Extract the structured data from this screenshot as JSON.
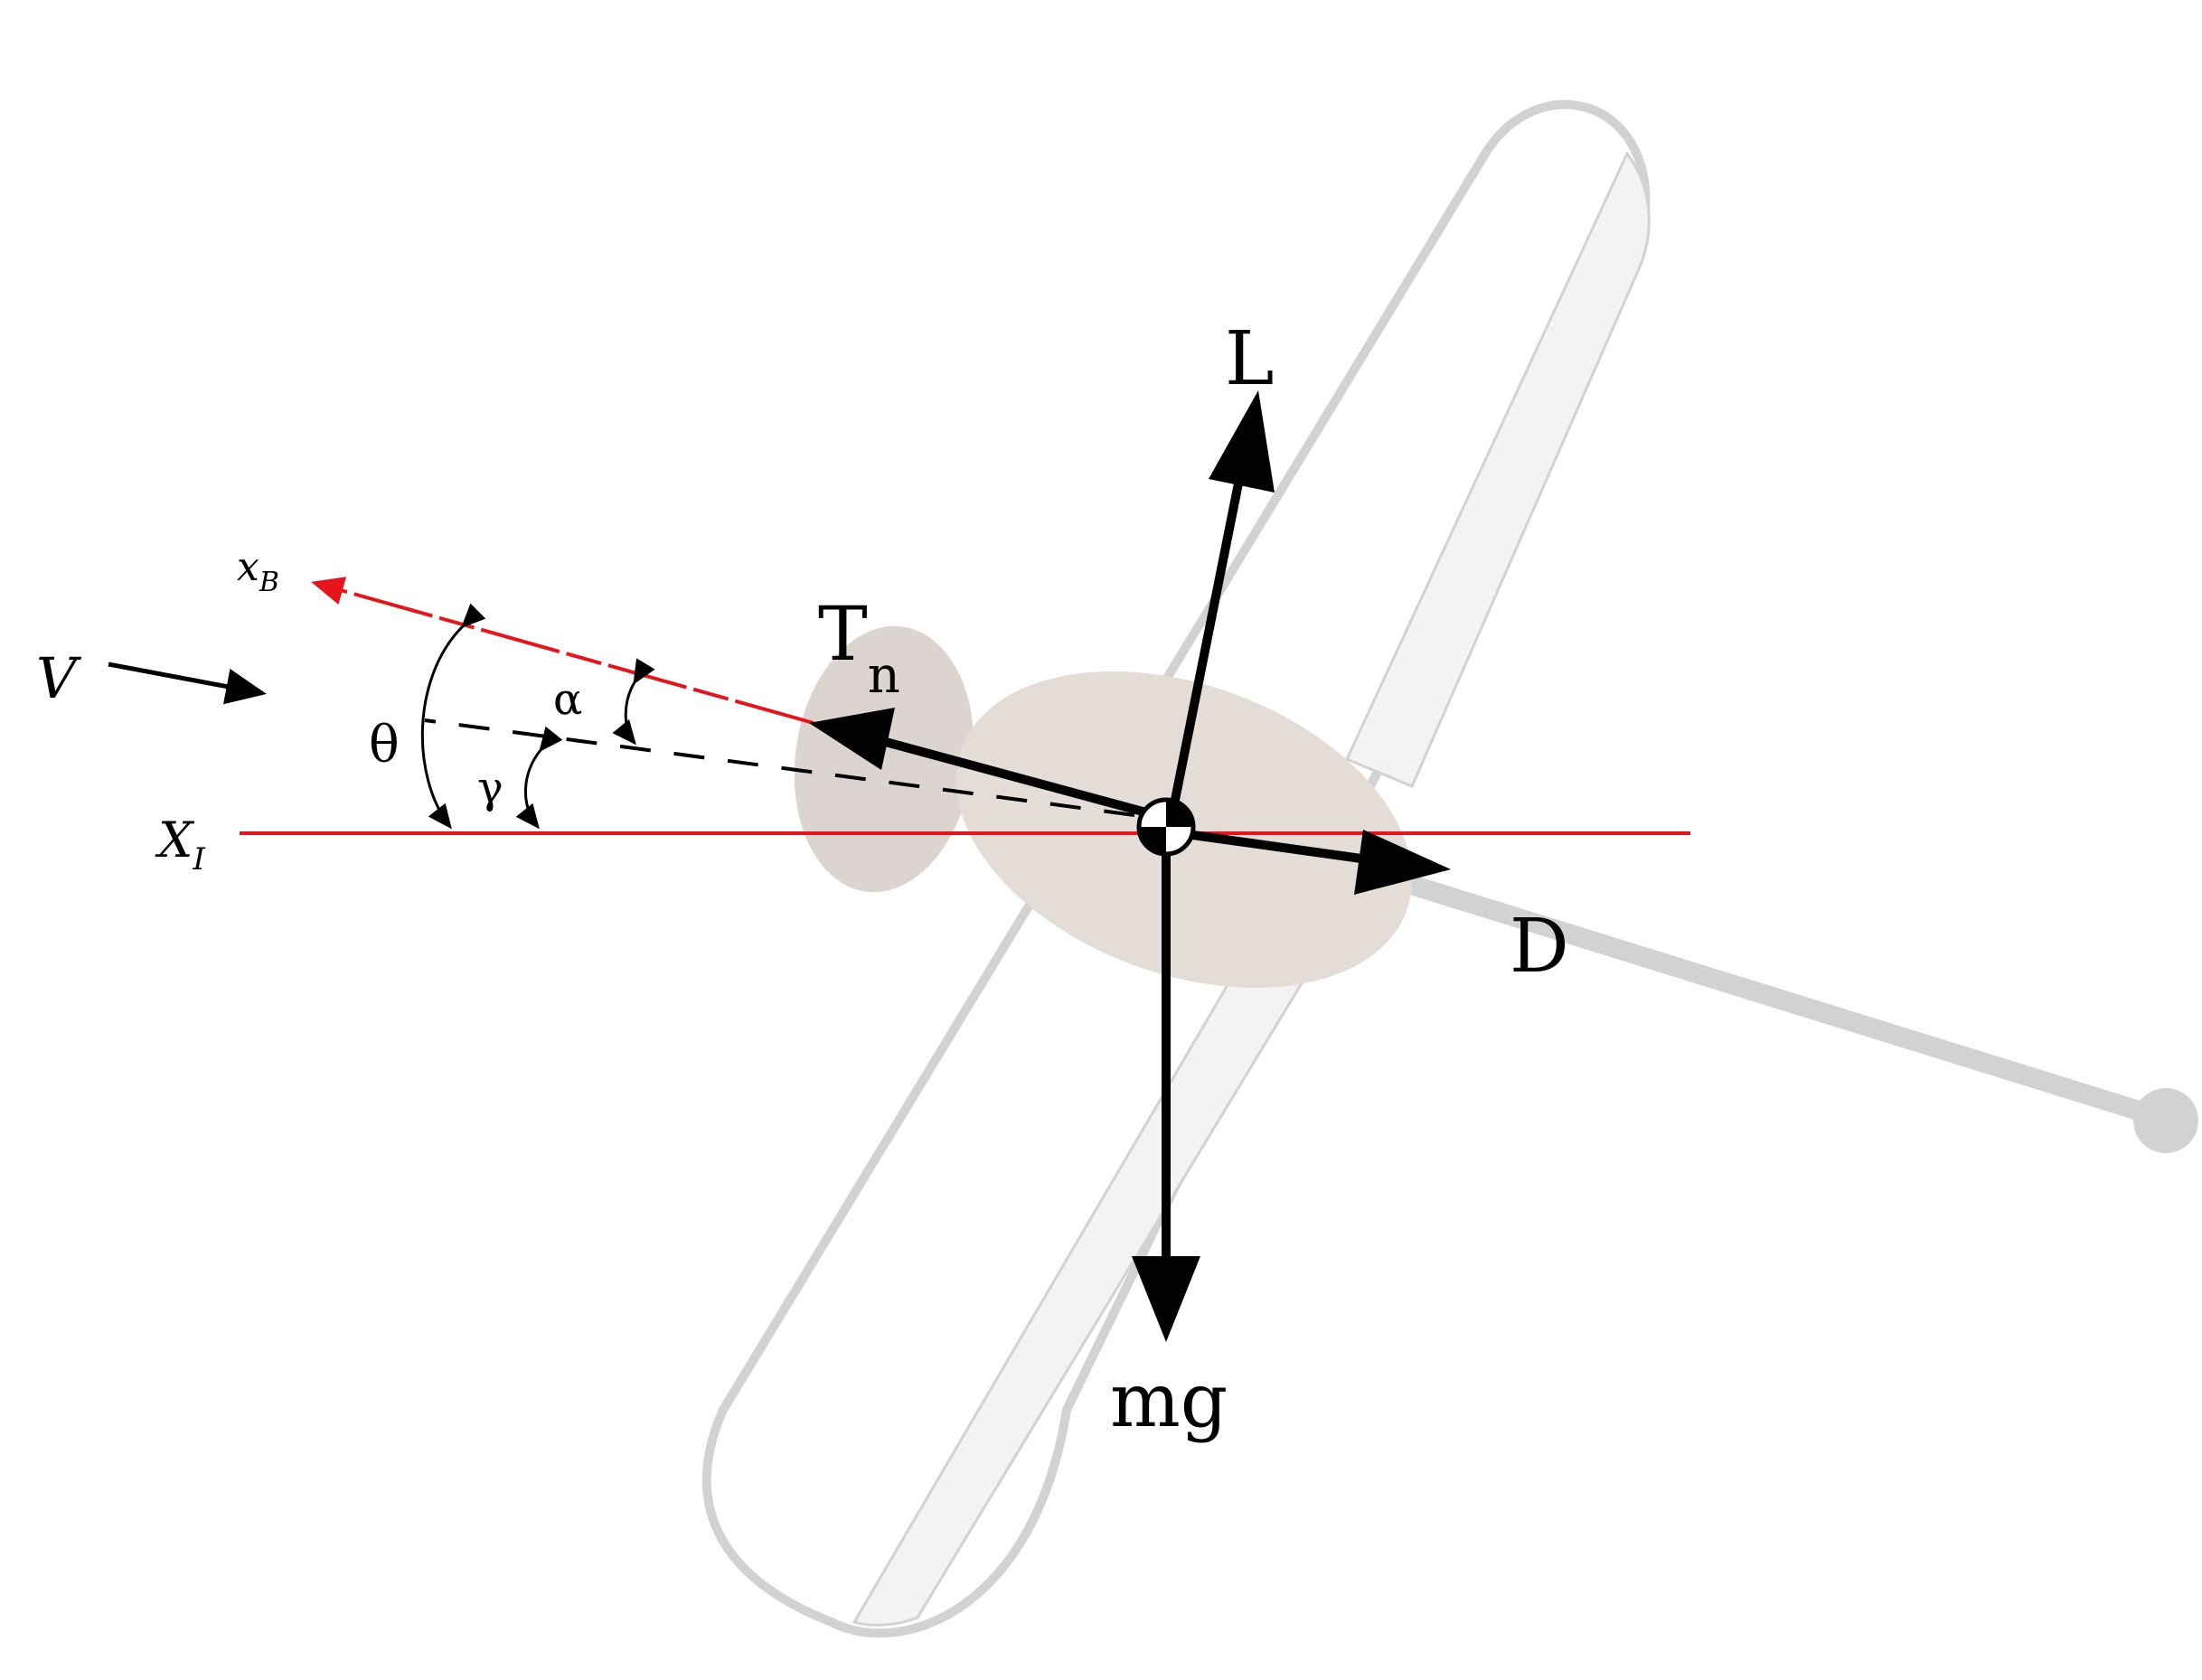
{
  "labels": {
    "lift": "L",
    "thrust": "T",
    "thrust_sub": "n",
    "drag": "D",
    "weight": "mg",
    "velocity": "V",
    "body_axis": "x",
    "body_axis_sub": "B",
    "inertial_axis": "X",
    "inertial_axis_sub": "I",
    "pitch_angle": "θ",
    "attack_angle": "α",
    "flight_path_angle": "γ"
  },
  "colors": {
    "axis_red": "#e8141b",
    "force_black": "#000000",
    "airframe_gray": "#d2d2d2",
    "wing_fill": "#f3f3f3",
    "body_fill": "#e4dcd6",
    "nose_fill": "#dcd4d0"
  }
}
